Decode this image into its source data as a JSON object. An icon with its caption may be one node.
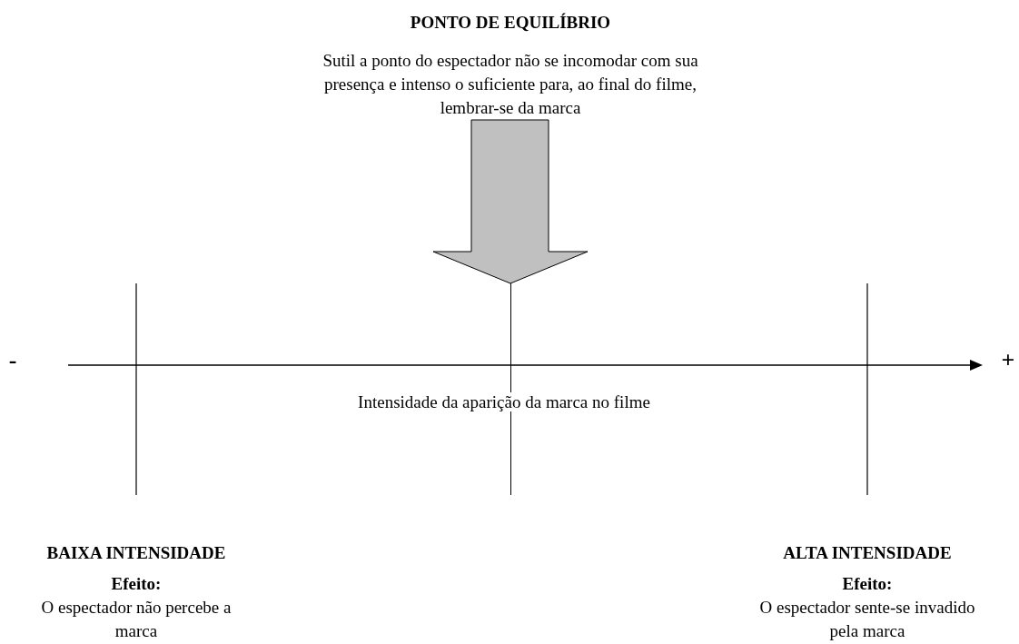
{
  "diagram": {
    "nodes": [
      {
        "text": [
          "PONTO DE EQUILÍBRIO",
          "Sutil a ponto do espectador não se incomodar com sua presença e intenso o suficiente para, ao final do filme, lembrar-se da marca"
        ]
      },
      {
        "text": [],
        "shape": "bar"
      }
    ],
    "edges": [
      {
        "from": 0,
        "to": 1,
        "arrow": "to"
      }
    ],
    "labels": [
      "-",
      "+",
      "Intensidade da aparição da marca no filme",
      "BAIXA INTENSIDADE",
      "ALTA INTENSIDADE",
      "Efeito:",
      "Efeito:",
      "O espectador não percebe a marca",
      "O espectador sente-se invadido pela marca"
    ]
  }
}
